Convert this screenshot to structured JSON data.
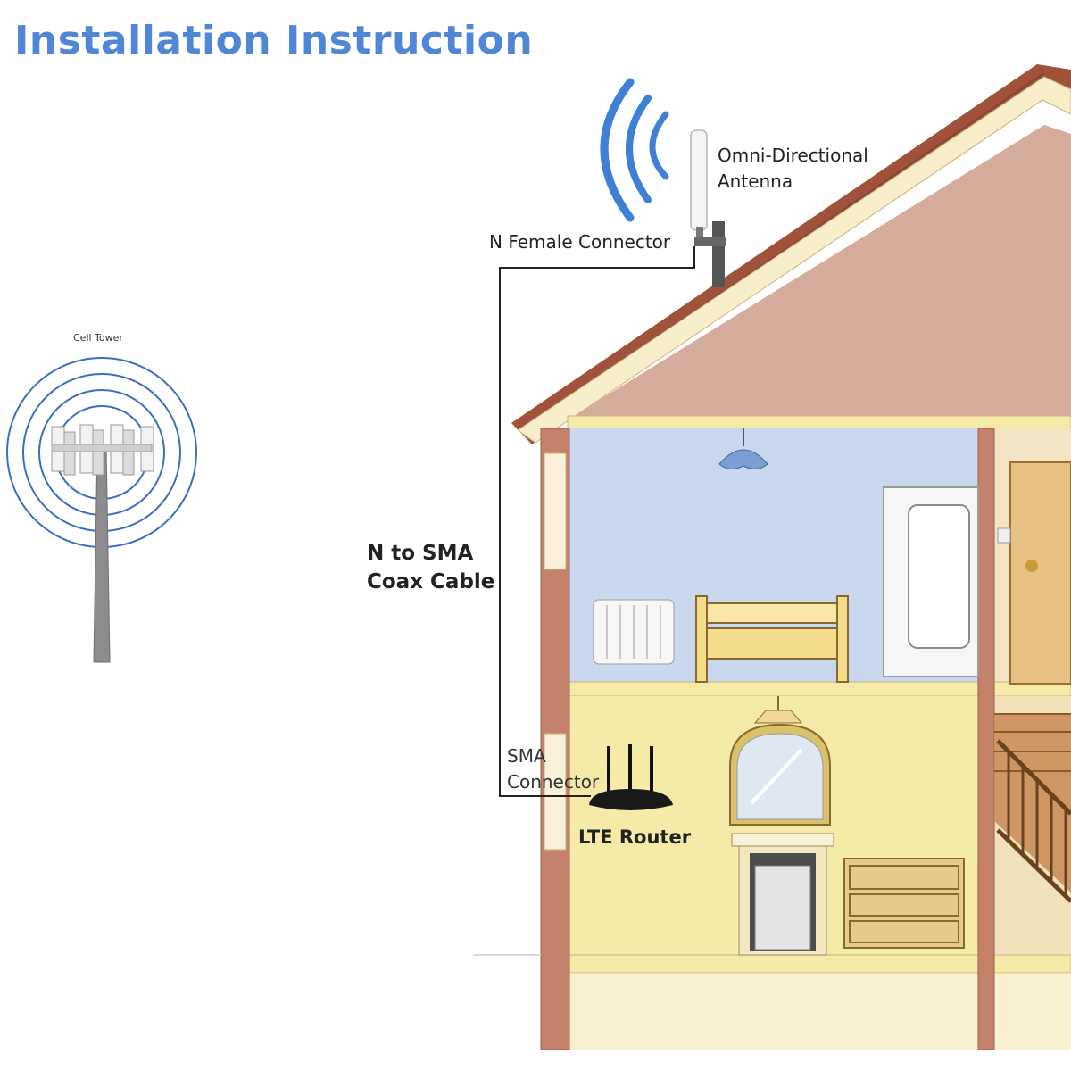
{
  "title": "Installation Instruction",
  "labels": {
    "cell_tower": "Cell Tower",
    "antenna_line1": "Omni-Directional",
    "antenna_line2": "Antenna",
    "n_female": "N Female Connector",
    "cable_line1": "N to SMA",
    "cable_line2": "Coax Cable",
    "sma_line1": "SMA",
    "sma_line2": "Connector",
    "router": "LTE Router"
  },
  "colors": {
    "title": "#4f86d6",
    "signal_waves": "#3f7fd6",
    "tower_rings": "#3a6fc0",
    "roof_tiles": "#a0533a",
    "gable_wall": "#d6ad9d",
    "bedroom_wall": "#c9d8ef",
    "ground_floor_wall": "#f6eaa9",
    "brick_pillar": "#c5826a",
    "cable": "#222222"
  }
}
